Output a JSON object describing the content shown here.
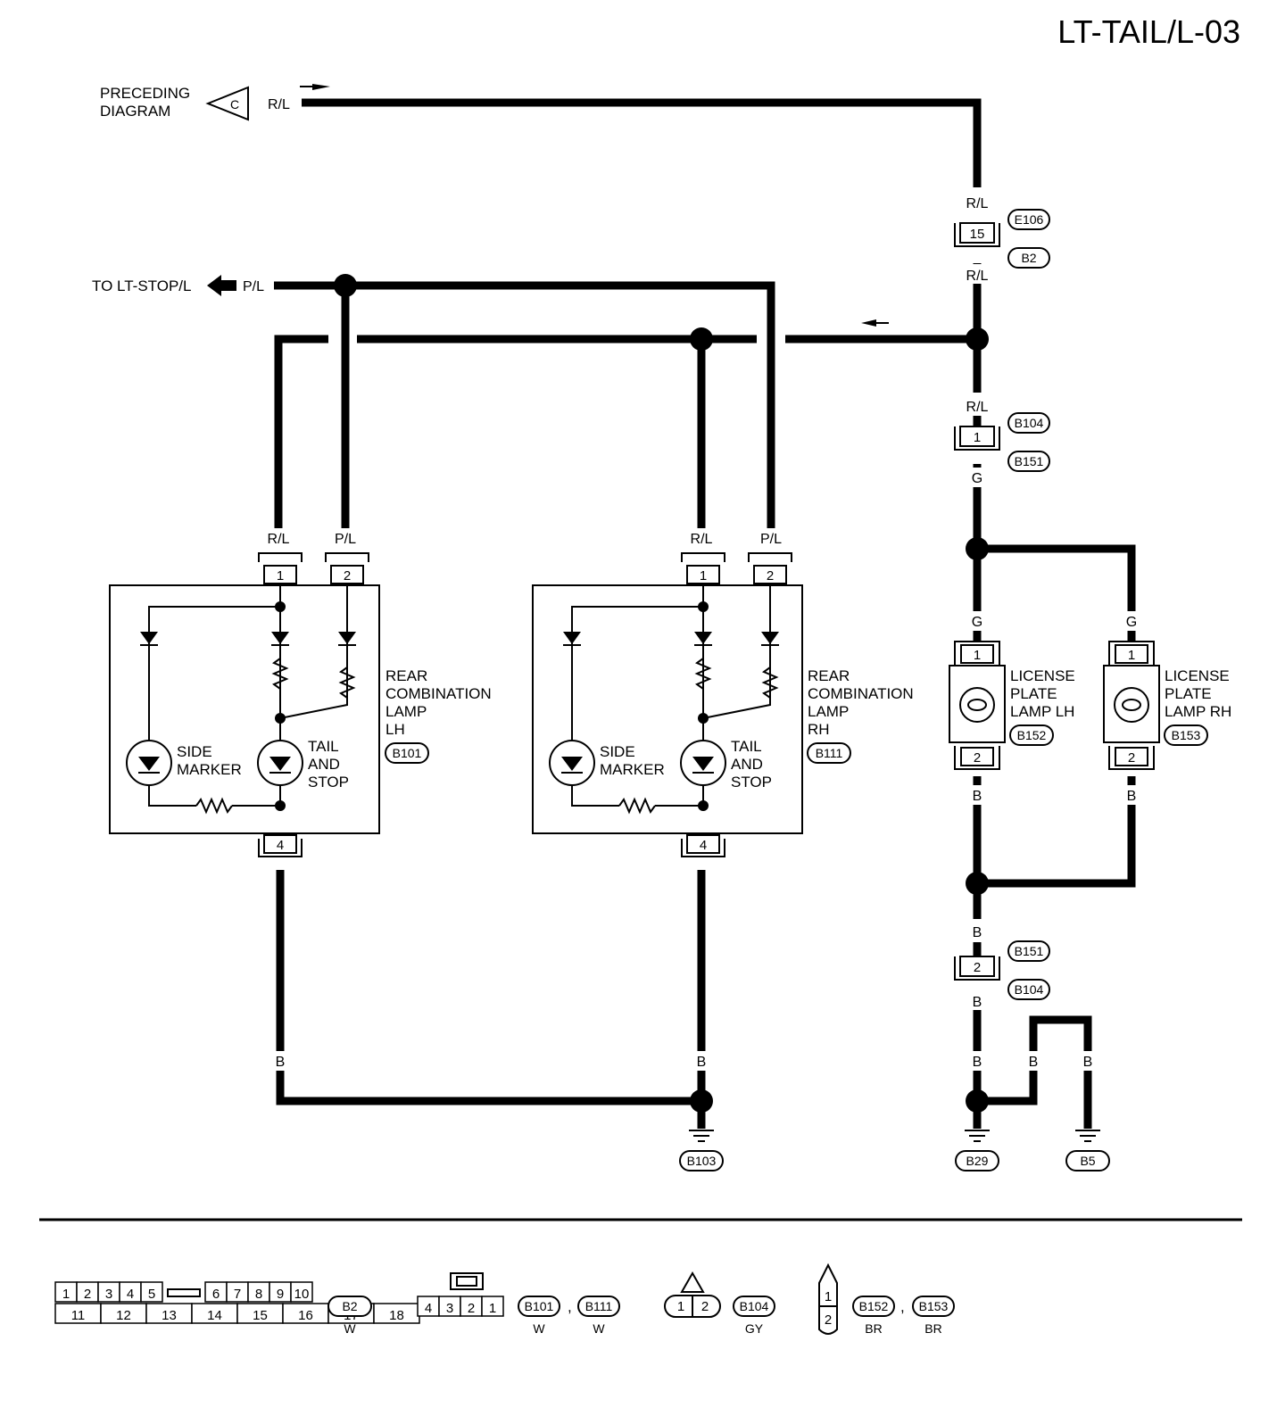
{
  "page": {
    "title": "LT-TAIL/L-03"
  },
  "preceding": {
    "line1": "PRECEDING",
    "line2": "DIAGRAM",
    "connector": "C",
    "wire": "R/L"
  },
  "to_stop": {
    "label": "TO LT-STOP/L",
    "wire": "P/L"
  },
  "jc_top": {
    "wire_top": "R/L",
    "pin": "15",
    "conn_top": "E106",
    "conn_bottom": "B2",
    "wire_bottom": "R/L"
  },
  "jc_mid": {
    "wire_top": "R/L",
    "pin": "1",
    "conn_top": "B104",
    "conn_bottom": "B151",
    "wire_bottom": "G"
  },
  "jc_low": {
    "wire_top": "B",
    "pin": "2",
    "conn_top": "B151",
    "conn_bottom": "B104",
    "wire_bottom": "B"
  },
  "lamp_lh": {
    "line1": "REAR",
    "line2": "COMBINATION",
    "line3": "LAMP",
    "line4": "LH",
    "connector": "B101",
    "pin1": "1",
    "pin2": "2",
    "pin4": "4",
    "wire1": "R/L",
    "wire2": "P/L",
    "wire4": "B",
    "wire_ground": "B",
    "side1": "SIDE",
    "side2": "MARKER",
    "tail1": "TAIL",
    "tail2": "AND",
    "tail3": "STOP"
  },
  "lamp_rh": {
    "line1": "REAR",
    "line2": "COMBINATION",
    "line3": "LAMP",
    "line4": "RH",
    "connector": "B111",
    "pin1": "1",
    "pin2": "2",
    "pin4": "4",
    "wire1": "R/L",
    "wire2": "P/L",
    "wire4": "B",
    "wire_ground": "B",
    "side1": "SIDE",
    "side2": "MARKER",
    "tail1": "TAIL",
    "tail2": "AND",
    "tail3": "STOP"
  },
  "plate_lh": {
    "line1": "LICENSE",
    "line2": "PLATE",
    "line3": "LAMP LH",
    "connector": "B152",
    "pin1": "1",
    "pin2": "2",
    "wire_top": "G",
    "wire_bottom": "B"
  },
  "plate_rh": {
    "line1": "LICENSE",
    "line2": "PLATE",
    "line3": "LAMP RH",
    "connector": "B153",
    "pin1": "1",
    "pin2": "2",
    "wire_top": "G",
    "wire_bottom": "B"
  },
  "grounds": {
    "b103": "B103",
    "b29": "B29",
    "b5": "B5",
    "wire_b29": "B",
    "wire_b5a": "B",
    "wire_b5b": "B"
  },
  "legend": {
    "b2": {
      "row1": [
        "1",
        "2",
        "3",
        "4",
        "5",
        "6",
        "7",
        "8",
        "9",
        "10"
      ],
      "row2": [
        "11",
        "12",
        "13",
        "14",
        "15",
        "16",
        "17",
        "18"
      ],
      "connector": "B2",
      "color": "W"
    },
    "b101": {
      "pins": [
        "4",
        "3",
        "2",
        "1"
      ],
      "conn_a": "B101",
      "color_a": "W",
      "sep": ",",
      "conn_b": "B111",
      "color_b": "W"
    },
    "b104": {
      "pins": [
        "1",
        "2"
      ],
      "connector": "B104",
      "color": "GY"
    },
    "b152": {
      "pins": [
        "1",
        "2"
      ],
      "conn_a": "B152",
      "color_a": "BR",
      "sep": ",",
      "conn_b": "B153",
      "color_b": "BR"
    }
  }
}
